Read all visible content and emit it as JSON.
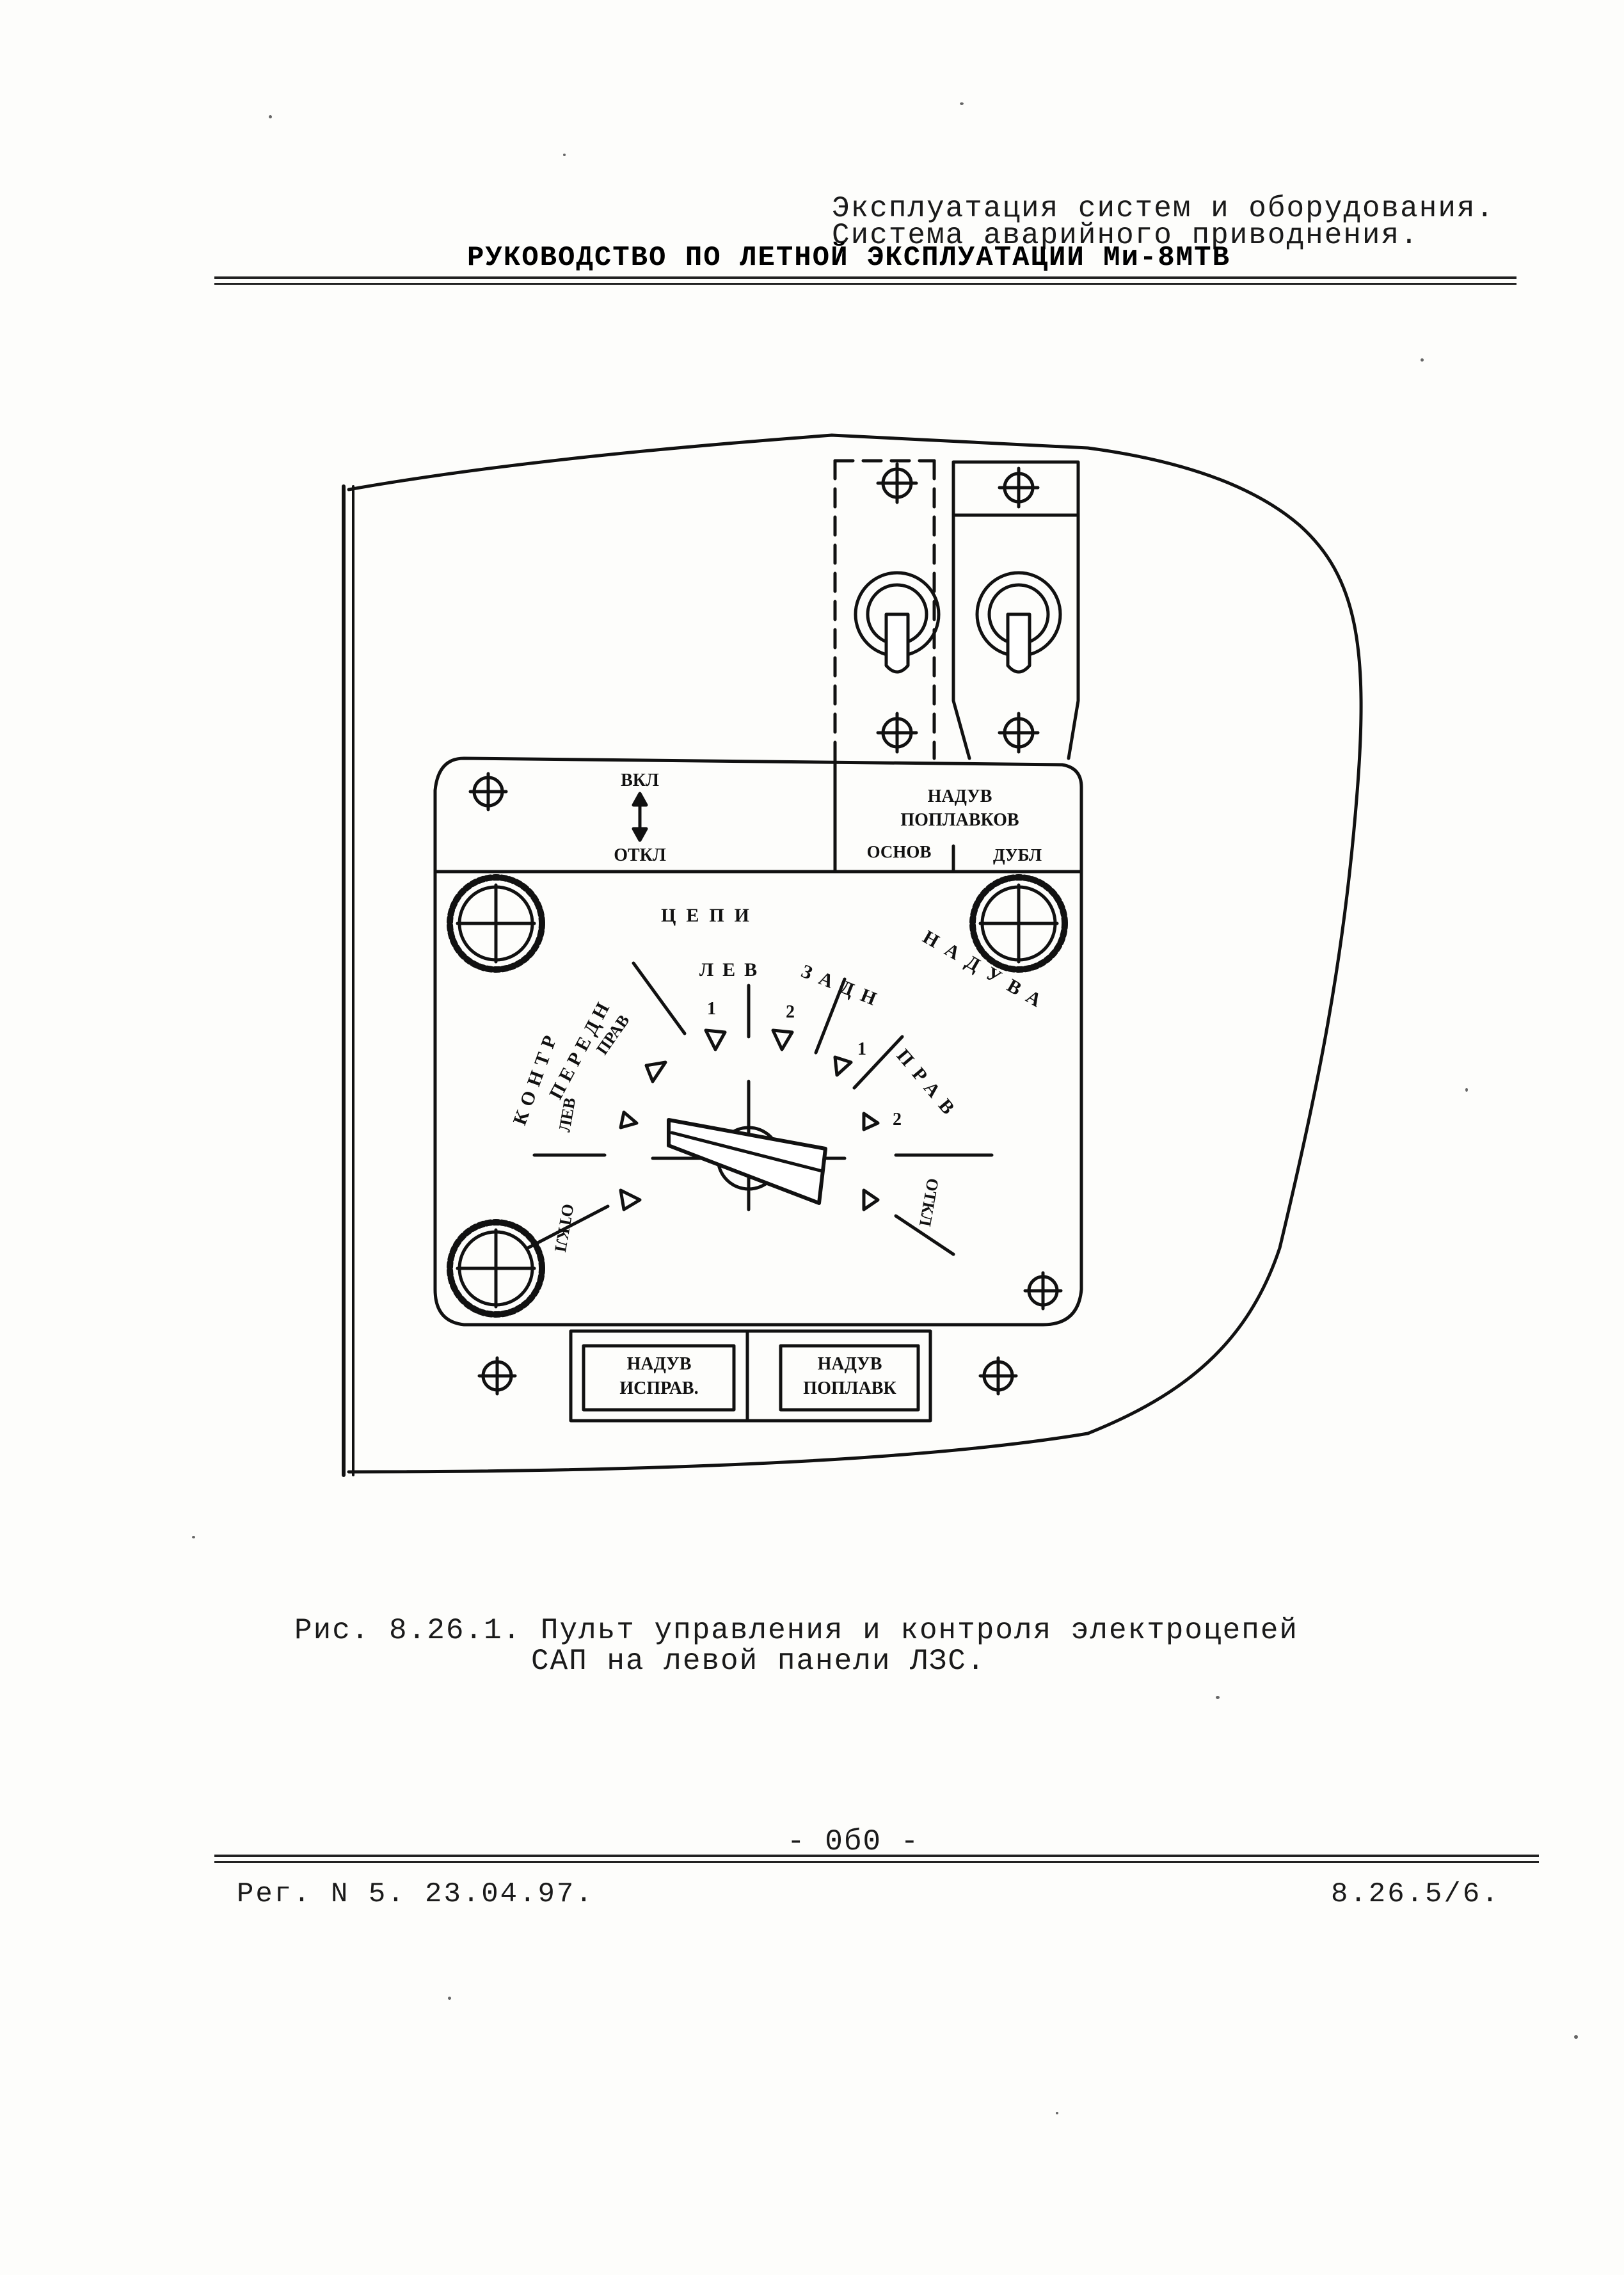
{
  "header": {
    "line1": "Эксплуатация систем и оборудования.",
    "line2": "Система аварийного приводнения.",
    "manual_title": "РУКОВОДСТВО ПО ЛЕТНОЙ ЭКСПЛУАТАЦИИ Ми-8МТВ"
  },
  "panel": {
    "switch_on": "ВКЛ",
    "switch_off": "ОТКЛ",
    "float_inflate_line1": "НАДУВ",
    "float_inflate_line2": "ПОПЛАВКОВ",
    "main": "ОСНОВ",
    "backup": "ДУБЛ",
    "dial_circuits": "ЦЕПИ",
    "dial_inflation": "НАДУВА",
    "dial_front": "ПЕРЕДН",
    "dial_rear": "ЗАДН",
    "dial_check": "КОНТР",
    "left_upper": "ЛЕВ",
    "right_upper": "ПРАВ",
    "left_lower": "ЛЕВ",
    "right_lower": "ПРАВ",
    "one": "1",
    "two": "2",
    "off_left": "ОТКЛ",
    "off_right": "ОТКЛ",
    "lamp1_line1": "НАДУВ",
    "lamp1_line2": "ИСПРАВ.",
    "lamp2_line1": "НАДУВ",
    "lamp2_line2": "ПОПЛАВК"
  },
  "caption": {
    "line1": "Рис. 8.26.1. Пульт управления и контроля электроцепей",
    "line2": "САП на левой панели ЛЗС."
  },
  "page_number": "- 0б0 -",
  "footer": {
    "registration": "Рег. N 5. 23.04.97.",
    "section": "8.26.5/6."
  }
}
